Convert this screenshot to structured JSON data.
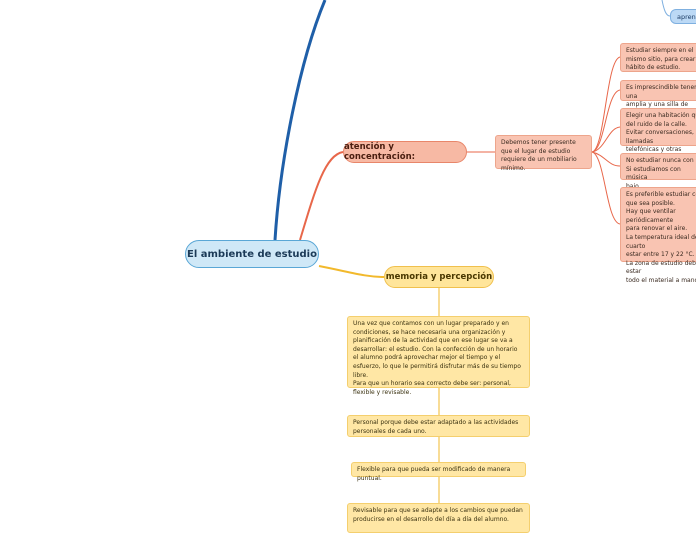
{
  "center": {
    "label": "El ambiente de estudio"
  },
  "branches": {
    "atencion": "atención y concentración:",
    "memoria": "memoria y percepción",
    "aprende": "aprende"
  },
  "atencion_sub": "Debemos tener presente que el lugar de estudio requiere de un mobiliario mínimo.",
  "atencion_leaves": [
    "Estudiar siempre en el\nmismo sitio, para crear\nhábito de estudio.",
    "Es imprescindible tener una\namplia y una silla de respaldo",
    "Elegir una habitación que\ndel ruido de la calle.\nEvitar conversaciones, llamadas\ntelefónicas y otras distracciones",
    "No estudiar nunca con la\n Si estudiamos con música\nbajo.",
    "Es preferible estudiar con\nque sea posible.\nHay que ventilar periódicamente\npara renovar el aire.\nLa temperatura ideal del cuarto\nestar entre 17 y 22 °C.\nLa zona de estudio debe estar\ntodo el material a mano."
  ],
  "memoria_leaves": [
    "Una vez que contamos con un lugar preparado y en condiciones, se hace necesaria una organización y planificación de la actividad que en ese lugar se va a desarrollar: el estudio. Con la confección de un horario el alumno podrá aprovechar mejor el tiempo y el esfuerzo, lo que le permitirá disfrutar más de su tiempo libre.\nPara que un horario sea correcto debe ser: personal, flexible y revisable.",
    "Personal porque debe estar adaptado a las actividades personales de cada uno.",
    "Flexible para que pueda ser modificado de manera puntual.",
    "Revisable para que se adapte a los cambios que puedan producirse en el desarrollo del día a día del alumno."
  ],
  "colors": {
    "blue": "#1f5fa8",
    "red": "#e8674a",
    "yellow": "#f2b92c",
    "center_fill": "#cfe8f7"
  }
}
